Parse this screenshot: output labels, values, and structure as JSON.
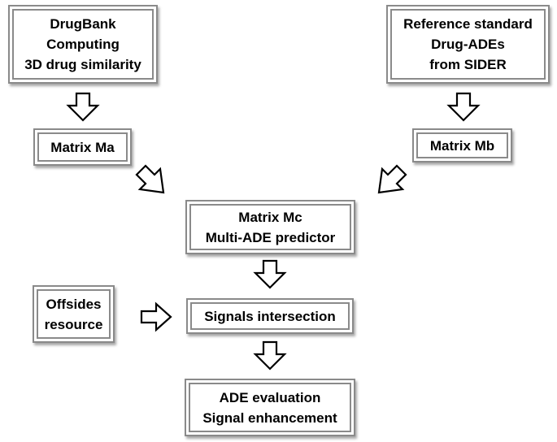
{
  "boxes": {
    "drugbank": {
      "lines": [
        "DrugBank",
        "Computing",
        "3D drug similarity"
      ]
    },
    "reference": {
      "lines": [
        "Reference standard",
        "Drug-ADEs",
        "from SIDER"
      ]
    },
    "matrix_ma": {
      "lines": [
        "Matrix Ma"
      ]
    },
    "matrix_mb": {
      "lines": [
        "Matrix Mb"
      ]
    },
    "matrix_mc": {
      "lines": [
        "Matrix Mc",
        "Multi-ADE predictor"
      ]
    },
    "offsides": {
      "lines": [
        "Offsides",
        "resource"
      ]
    },
    "signals": {
      "lines": [
        "Signals intersection"
      ]
    },
    "ade": {
      "lines": [
        "ADE evaluation",
        "Signal enhancement"
      ]
    }
  },
  "colors": {
    "border": "#8a8a8a",
    "text": "#000000",
    "arrow_fill": "#ffffff",
    "arrow_stroke": "#000000"
  },
  "arrows": [
    "down-arrow-icon",
    "down-arrow-icon",
    "diagonal-arrow-icon",
    "diagonal-arrow-icon",
    "down-arrow-icon",
    "right-arrow-icon",
    "down-arrow-icon"
  ]
}
